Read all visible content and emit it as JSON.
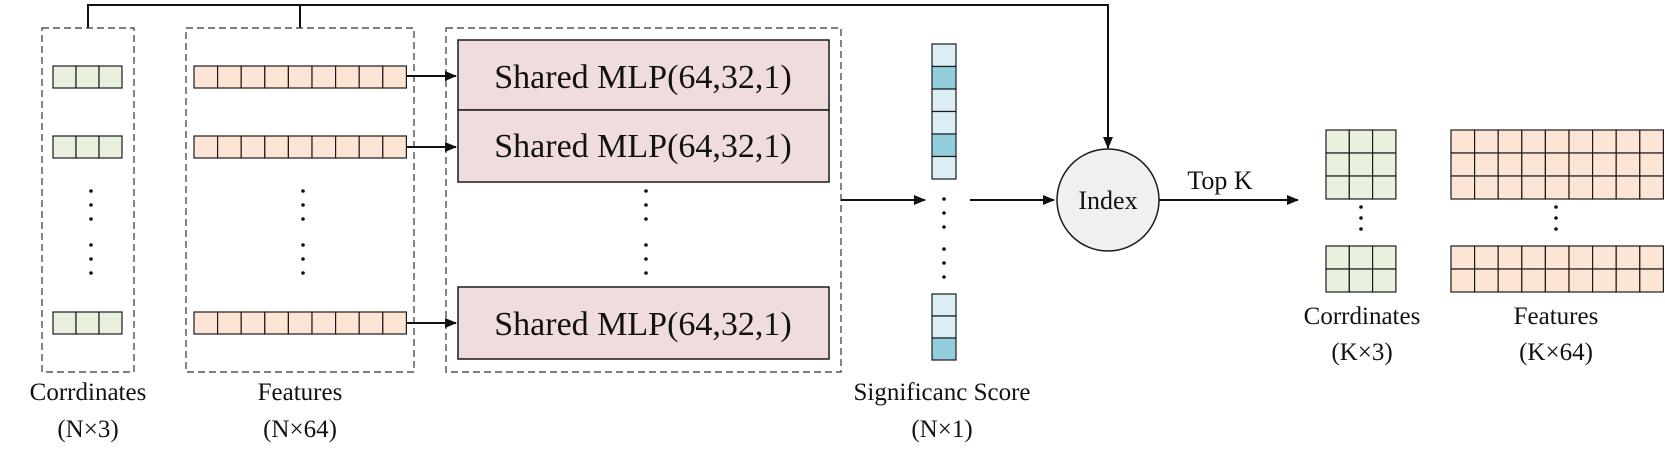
{
  "mlp_blocks": [
    {
      "label": "Shared MLP(64,32,1)"
    },
    {
      "label": "Shared MLP(64,32,1)"
    },
    {
      "label": "Shared MLP(64,32,1)"
    }
  ],
  "index_node": {
    "label": "Index"
  },
  "topk": {
    "label": "Top K"
  },
  "captions": {
    "input_coords": {
      "name": "Corrdinates",
      "dim": "(N×3)"
    },
    "input_features": {
      "name": "Features",
      "dim": "(N×64)"
    },
    "score": {
      "name": "Significanc Score",
      "dim": "(N×1)"
    },
    "output_coords": {
      "name": "Corrdinates",
      "dim": "(K×3)"
    },
    "output_features": {
      "name": "Features",
      "dim": "(K×64)"
    }
  },
  "colors": {
    "coord_cell": "#e8f0de",
    "feature_cell": "#fde5d6",
    "mlp_fill": "#f0dcdc",
    "score_light": "#daeef4",
    "score_dark": "#92cddc",
    "index_fill": "#f0f0f0",
    "stroke": "#1a1a1a"
  },
  "icons": {
    "vertical_ellipsis": "vertical-ellipsis-icon",
    "arrow": "arrow-icon"
  }
}
